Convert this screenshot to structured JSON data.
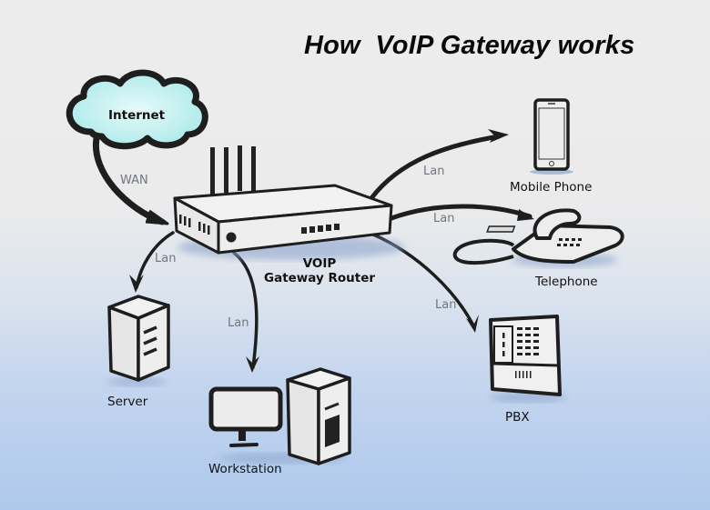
{
  "title": "How  VoIP Gateway works",
  "nodes": {
    "internet": "Internet",
    "router_line1": "VOIP",
    "router_line2": "Gateway Router",
    "mobile_phone": "Mobile Phone",
    "telephone": "Telephone",
    "pbx": "PBX",
    "server": "Server",
    "workstation": "Workstation"
  },
  "links": {
    "wan": "WAN",
    "lan_mobile": "Lan",
    "lan_telephone": "Lan",
    "lan_pbx": "Lan",
    "lan_server": "Lan",
    "lan_workstation": "Lan"
  },
  "colors": {
    "cloud_fill": "#b3ecec",
    "stroke": "#1e1e1e",
    "lan_text": "#6f7680",
    "bg_top": "#ececec",
    "bg_bottom": "#aec8ec"
  }
}
